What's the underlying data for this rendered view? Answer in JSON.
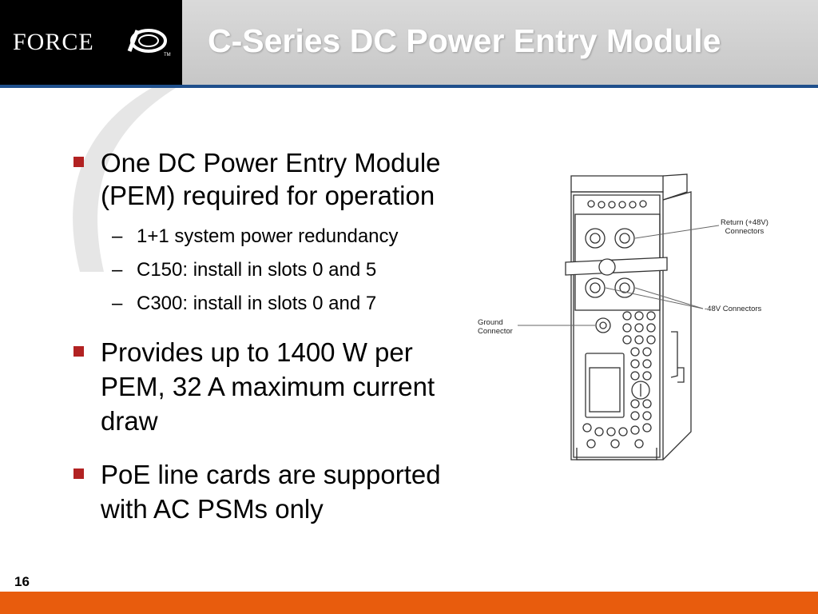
{
  "header": {
    "logo_text": "FORCE10",
    "logo_wordmark": "FORCE",
    "logo_tm": "TM",
    "title": "C-Series DC Power Entry Module"
  },
  "bullets": [
    {
      "text_lines": [
        "One DC Power Entry Module",
        "(PEM) required for operation"
      ],
      "subs": [
        "1+1 system power redundancy",
        "C150: install in slots 0 and 5",
        "C300: install in slots 0 and 7"
      ]
    },
    {
      "text_lines": [
        "Provides up to 1400 W per",
        "PEM, 32 A maximum current",
        "draw"
      ],
      "subs": []
    },
    {
      "text_lines": [
        "PoE line cards are supported",
        "with AC PSMs only"
      ],
      "subs": []
    }
  ],
  "diagram": {
    "label_return_line1": "Return (+48V)",
    "label_return_line2": "Connectors",
    "label_48v": "-48V Connectors",
    "label_ground_line1": "Ground",
    "label_ground_line2": "Connector"
  },
  "footer": {
    "page_number": "16"
  },
  "colors": {
    "logo_bg": "#000000",
    "title_text": "#ffffff",
    "rule": "#1f4f8c",
    "bullet": "#b22222",
    "footer_bar": "#e85c0d"
  }
}
